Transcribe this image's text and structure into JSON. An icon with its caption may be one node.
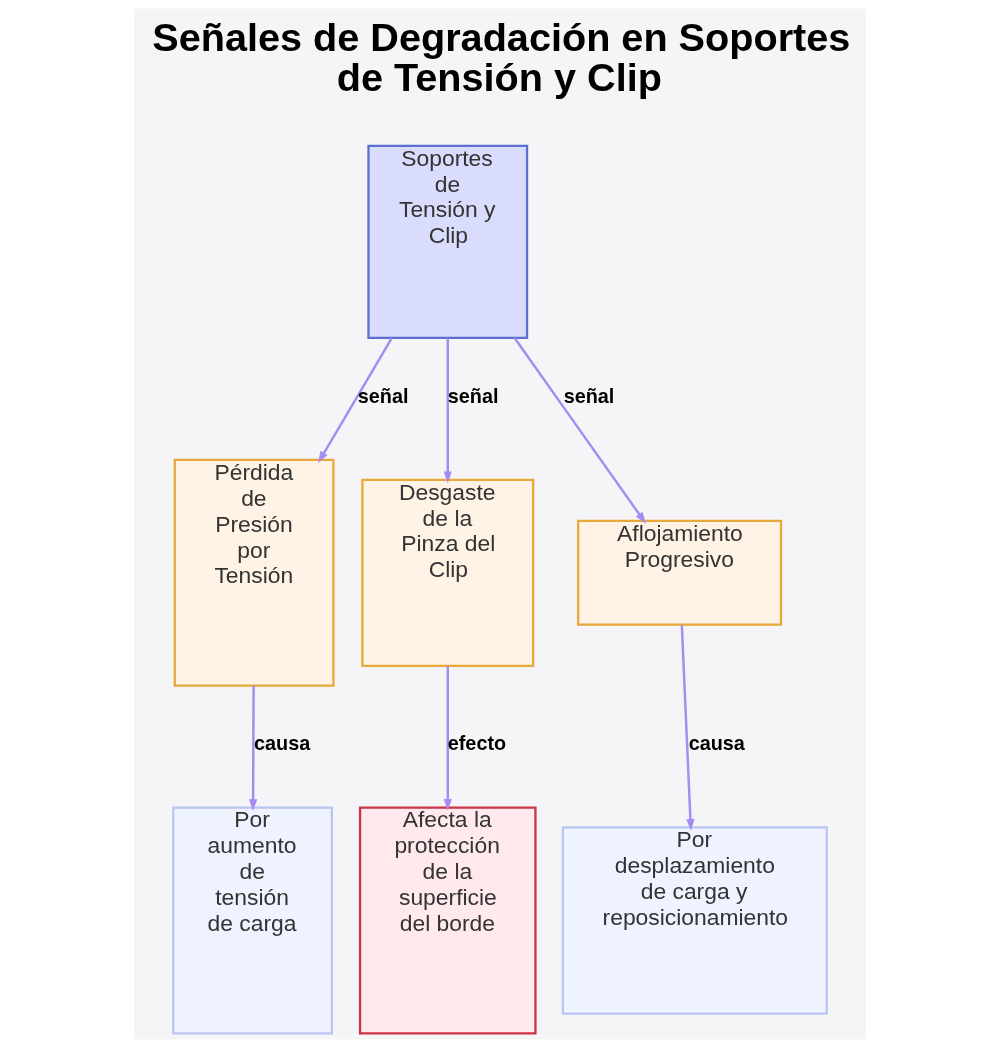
{
  "diagram": {
    "title": "Señales de Degradación en Soportes de Tensión y Clip",
    "nodes": [
      {
        "text": [
          "Soportes de Tensión y Clip"
        ]
      },
      {
        "text": [
          "Pérdida de Presión por Tensión"
        ]
      },
      {
        "text": [
          "Desgaste de la Pinza del Clip"
        ]
      },
      {
        "text": [
          "Aflojamiento Progresivo"
        ]
      },
      {
        "text": [
          "Por aumento de tensión de carga"
        ]
      },
      {
        "text": [
          "Afecta la protección de la superficie del borde"
        ]
      },
      {
        "text": [
          "Por desplazamiento de carga y reposicionamiento"
        ]
      }
    ],
    "edges": [
      {
        "from": 0,
        "to": 1,
        "arrow": "to",
        "label": "señal"
      },
      {
        "from": 0,
        "to": 2,
        "arrow": "to",
        "label": "señal"
      },
      {
        "from": 0,
        "to": 3,
        "arrow": "to",
        "label": "señal"
      },
      {
        "from": 1,
        "to": 4,
        "arrow": "to",
        "label": "causa"
      },
      {
        "from": 2,
        "to": 5,
        "arrow": "to",
        "label": "efecto"
      },
      {
        "from": 3,
        "to": 6,
        "arrow": "to",
        "label": "causa"
      }
    ]
  }
}
